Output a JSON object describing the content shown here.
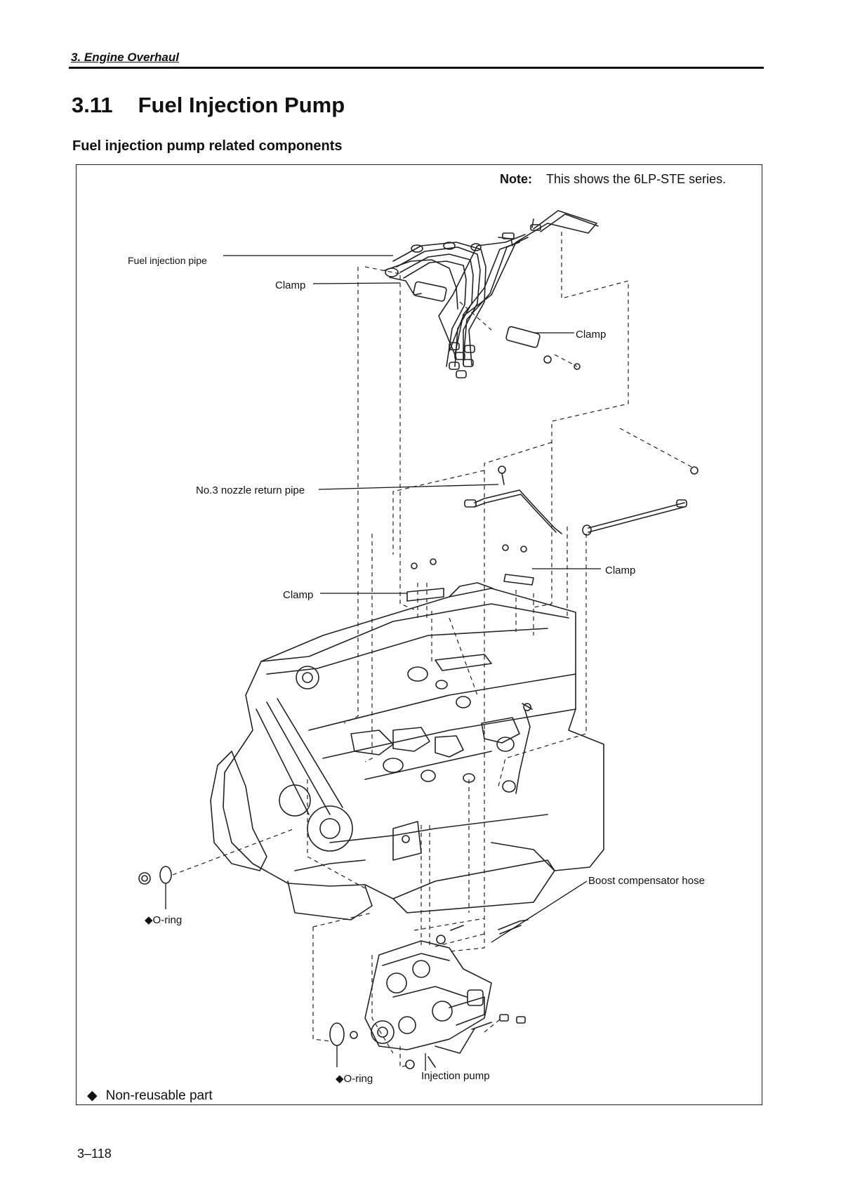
{
  "header": {
    "chapter": "3.  Engine Overhaul"
  },
  "section": {
    "number": "3.11",
    "title": "Fuel Injection Pump"
  },
  "subheading": "Fuel injection pump related components",
  "note": {
    "label": "Note:",
    "text": "This shows the 6LP-STE series."
  },
  "labels": {
    "fuel_injection_pipe": "Fuel injection pipe",
    "clamp_top": "Clamp",
    "clamp_right_top": "Clamp",
    "no3_return_pipe": "No.3 nozzle return pipe",
    "clamp_right_mid": "Clamp",
    "clamp_left_mid": "Clamp",
    "oring_left": "◆O-ring",
    "boost_hose": "Boost compensator hose",
    "oring_bottom": "◆O-ring",
    "injection_pump": "Injection pump"
  },
  "legend": {
    "symbol": "◆",
    "text": "Non-reusable part"
  },
  "page_number": "3–118"
}
